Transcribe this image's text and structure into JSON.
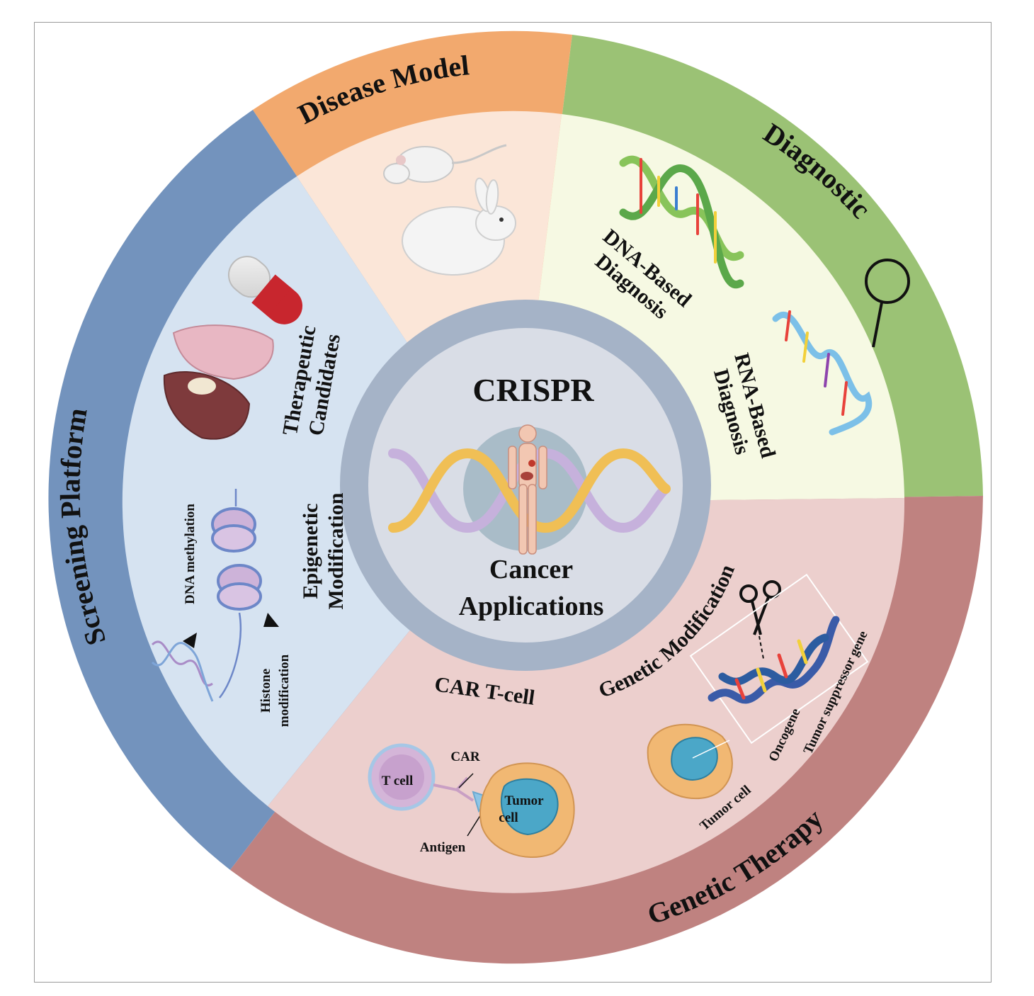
{
  "center": {
    "title": "CRISPR",
    "subtitle_line1": "Cancer",
    "subtitle_line2": "Applications"
  },
  "categories": {
    "screening": "Screening Platform",
    "disease_model": "Disease Model",
    "diagnostic": "Diagnostic",
    "genetic_therapy": "Genetic Therapy"
  },
  "labels": {
    "therapeutic_line1": "Therapeutic",
    "therapeutic_line2": "Candidates",
    "epigenetic_line1": "Epigenetic",
    "epigenetic_line2": "Modification",
    "dna_methylation": "DNA methylation",
    "histone_line1": "Histone",
    "histone_line2": "modification",
    "dna_based_line1": "DNA-Based",
    "dna_based_line2": "Diagnosis",
    "rna_based_line1": "RNA-Based",
    "rna_based_line2": "Diagnosis",
    "genetic_modification": "Genetic Modification",
    "car_t_cell": "CAR T-cell",
    "car": "CAR",
    "t_cell": "T cell",
    "tumor_line1": "Tumor",
    "tumor_line2": "cell",
    "antigen": "Antigen",
    "oncogene": "Oncogene",
    "tumor_suppressor": "Tumor suppressor gene",
    "tumor_cell": "Tumor cell"
  },
  "colors": {
    "screening_ring": "#7393bd",
    "screening_fill": "#d6e3f1",
    "disease_ring": "#f2a96e",
    "disease_fill": "#fbe6d8",
    "diagnostic_ring": "#9bc275",
    "diagnostic_fill": "#f6f9e3",
    "therapy_ring": "#bf8280",
    "therapy_fill": "#eccfcd",
    "center_ring": "#a5b3c7",
    "center_fill": "#d9dde6"
  }
}
